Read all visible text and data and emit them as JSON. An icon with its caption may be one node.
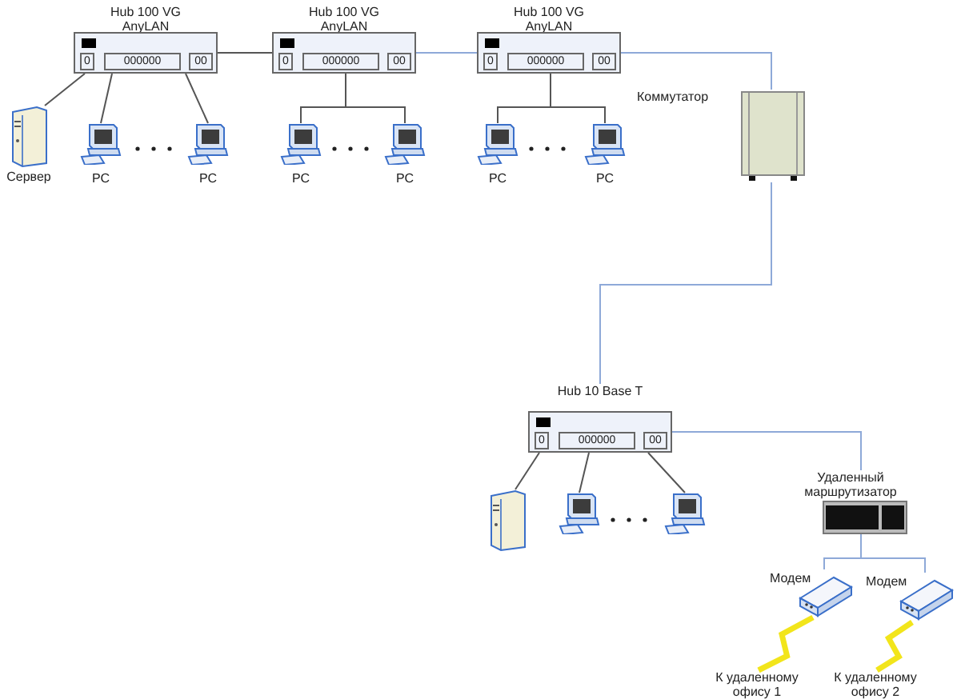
{
  "diagram": {
    "nodes": [
      {
        "text": [
          "Hub 100 VG AnyLAN",
          "0",
          "000000",
          "00"
        ]
      },
      {
        "text": [
          "Hub 100 VG AnyLAN",
          "0",
          "000000",
          "00"
        ]
      },
      {
        "text": [
          "Hub 100 VG AnyLAN",
          "0",
          "000000",
          "00"
        ]
      },
      {
        "text": [
          "Сервер"
        ]
      },
      {
        "text": [
          "PC"
        ]
      },
      {
        "text": [
          "PC"
        ]
      },
      {
        "text": [
          "PC"
        ]
      },
      {
        "text": [
          "PC"
        ]
      },
      {
        "text": [
          "PC"
        ]
      },
      {
        "text": [
          "PC"
        ]
      },
      {
        "text": [
          "Коммутатор"
        ]
      },
      {
        "text": [
          "Hub 10 Base T",
          "0",
          "000000",
          "00"
        ]
      },
      {
        "text": [],
        "shape": "server"
      },
      {
        "text": [],
        "shape": "computer"
      },
      {
        "text": [],
        "shape": "computer"
      },
      {
        "text": [
          "Удаленный маршрутизатор"
        ]
      },
      {
        "text": [
          "Модем"
        ]
      },
      {
        "text": [
          "Модем"
        ]
      },
      {
        "text": [
          "К удаленному офису 1"
        ]
      },
      {
        "text": [
          "К удаленному офису 2"
        ]
      }
    ],
    "edges": [
      {
        "from": 0,
        "to": 3,
        "arrow": "none"
      },
      {
        "from": 0,
        "to": 4,
        "arrow": "none"
      },
      {
        "from": 0,
        "to": 5,
        "arrow": "none"
      },
      {
        "from": 0,
        "to": 1,
        "arrow": "none"
      },
      {
        "from": 1,
        "to": 6,
        "arrow": "none"
      },
      {
        "from": 1,
        "to": 7,
        "arrow": "none"
      },
      {
        "from": 1,
        "to": 2,
        "arrow": "none",
        "color": "#8ea9d8"
      },
      {
        "from": 2,
        "to": 8,
        "arrow": "none"
      },
      {
        "from": 2,
        "to": 9,
        "arrow": "none"
      },
      {
        "from": 2,
        "to": 10,
        "arrow": "none",
        "color": "#8ea9d8"
      },
      {
        "from": 10,
        "to": 11,
        "arrow": "none",
        "color": "#8ea9d8"
      },
      {
        "from": 11,
        "to": 12,
        "arrow": "none"
      },
      {
        "from": 11,
        "to": 13,
        "arrow": "none"
      },
      {
        "from": 11,
        "to": 14,
        "arrow": "none"
      },
      {
        "from": 11,
        "to": 15,
        "arrow": "none",
        "color": "#8ea9d8"
      },
      {
        "from": 15,
        "to": 16,
        "arrow": "none",
        "color": "#8ea9d8"
      },
      {
        "from": 15,
        "to": 17,
        "arrow": "none",
        "color": "#8ea9d8"
      },
      {
        "from": 16,
        "to": 18,
        "arrow": "none",
        "style": "thick",
        "color": "#f2e51b"
      },
      {
        "from": 17,
        "to": 19,
        "arrow": "none",
        "style": "thick",
        "color": "#f2e51b"
      }
    ]
  }
}
